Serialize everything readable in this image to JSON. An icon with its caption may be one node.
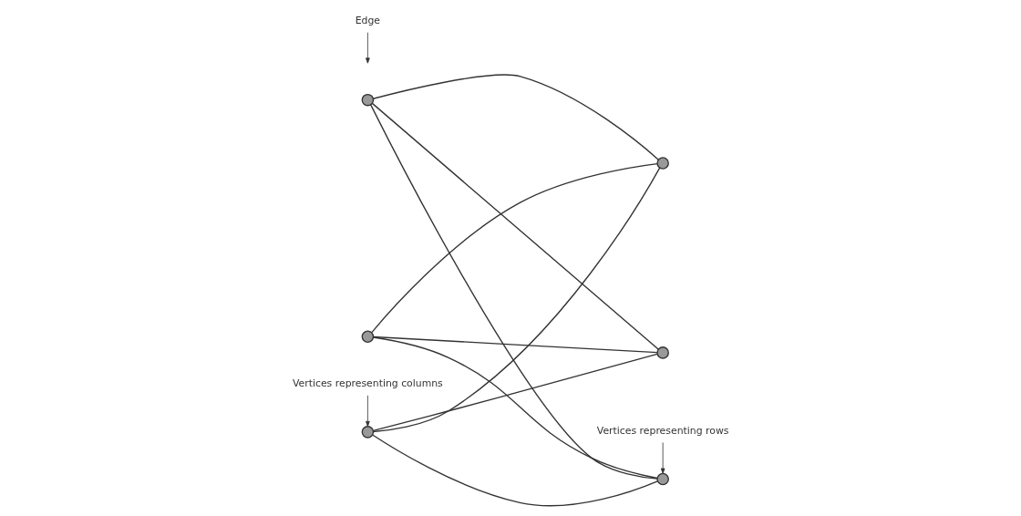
{
  "diagram": {
    "nodes": [
      {
        "text": [],
        "shape": "circle"
      },
      {
        "text": [],
        "shape": "circle"
      },
      {
        "text": [],
        "shape": "circle"
      },
      {
        "text": [],
        "shape": "circle"
      },
      {
        "text": [],
        "shape": "circle"
      },
      {
        "text": [],
        "shape": "circle"
      },
      {
        "text": [
          "Vertices representing columns"
        ]
      },
      {
        "text": [
          "Edge"
        ]
      },
      {
        "text": [
          "Vertices representing rows"
        ]
      }
    ],
    "edges": [
      {
        "from": 0,
        "to": 1,
        "arrow": "none"
      },
      {
        "from": 0,
        "to": 3,
        "arrow": "none"
      },
      {
        "from": 0,
        "to": 5,
        "arrow": "none"
      },
      {
        "from": 2,
        "to": 1,
        "arrow": "none"
      },
      {
        "from": 2,
        "to": 3,
        "arrow": "none"
      },
      {
        "from": 2,
        "to": 5,
        "arrow": "none"
      },
      {
        "from": 4,
        "to": 1,
        "arrow": "none"
      },
      {
        "from": 4,
        "to": 3,
        "arrow": "none"
      },
      {
        "from": 4,
        "to": 5,
        "arrow": "none"
      },
      {
        "from": 6,
        "to": 4,
        "arrow": "to"
      },
      {
        "from": 7,
        "to": null,
        "arrow": "to"
      },
      {
        "from": 8,
        "to": 5,
        "arrow": "to"
      }
    ]
  }
}
